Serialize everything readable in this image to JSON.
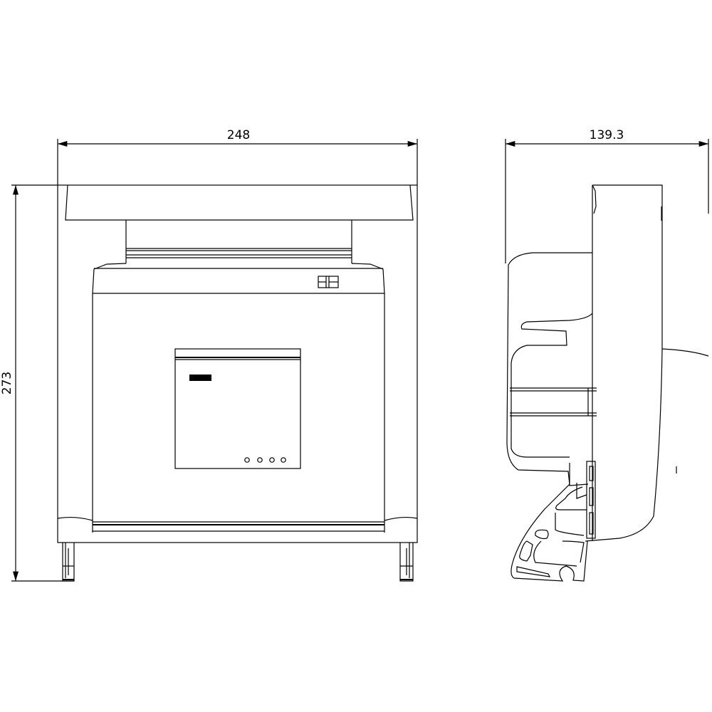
{
  "dimensions": {
    "front_width": "248",
    "front_height": "273",
    "side_depth": "139.3"
  },
  "colors": {
    "line": "#000000",
    "background": "#ffffff"
  }
}
